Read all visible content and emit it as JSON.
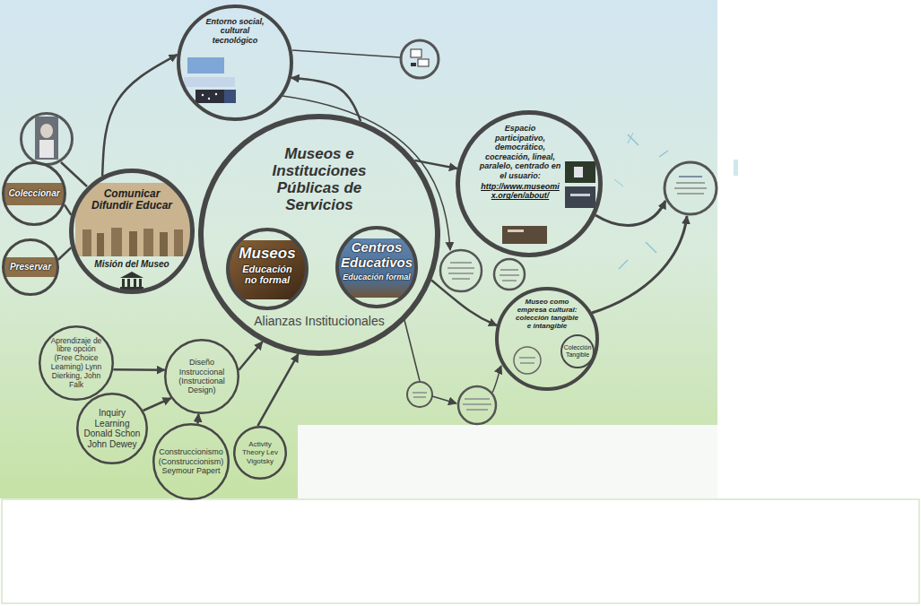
{
  "diagram": {
    "nodes": [
      {
        "text": [
          "Entorno social, cultural tecnológico"
        ]
      },
      {
        "text": [
          "Comunicar Difundir Educar",
          "Misión del Museo"
        ]
      },
      {
        "text": [
          "Coleccionar"
        ]
      },
      {
        "text": [
          "Preservar"
        ]
      },
      {
        "text": [
          "Museos e Instituciones Públicas de Servicios",
          "Alianzas Institucionales"
        ]
      },
      {
        "text": [
          "Museos",
          "Educación no formal"
        ],
        "in": 4
      },
      {
        "text": [
          "Centros Educativos",
          "Educación formal"
        ],
        "in": 4
      },
      {
        "text": [
          "Espacio participativo, democrático, cocreación, lineal, paralelo, centrado en el usuario:",
          "http://www.museomix.org/en/about/"
        ]
      },
      {
        "text": [
          "Museo como empresa cultural: colección tangible e intangible"
        ]
      },
      {
        "text": [
          "Colección Tangible"
        ],
        "in": 8
      },
      {
        "text": [
          "Aprendizaje de libre opción (Free Choice Learning) Lynn Dierking, John Falk"
        ]
      },
      {
        "text": [
          "Diseño Instruccional (Instructional Design)"
        ]
      },
      {
        "text": [
          "Inquiry Learning Donald Schon John Dewey"
        ]
      },
      {
        "text": [
          "Construccionismo (Construccionism) Seymour Papert"
        ]
      },
      {
        "text": [
          "Activity Theory Lev Vigotsky"
        ]
      }
    ],
    "edges": [
      {
        "from": 10,
        "to": 11,
        "arrow": "to"
      },
      {
        "from": 12,
        "to": 11,
        "arrow": "to"
      },
      {
        "from": 13,
        "to": 11,
        "arrow": "to"
      },
      {
        "from": 11,
        "to": 4,
        "arrow": "to"
      },
      {
        "from": 14,
        "to": 4,
        "arrow": "to"
      },
      {
        "from": 4,
        "to": 0,
        "arrow": "to"
      },
      {
        "from": 1,
        "to": 0,
        "arrow": "to"
      },
      {
        "from": 1,
        "to": 2,
        "arrow": "none"
      },
      {
        "from": 1,
        "to": 3,
        "arrow": "none"
      },
      {
        "from": 4,
        "to": 8,
        "arrow": "to"
      },
      {
        "from": 4,
        "to": 7,
        "arrow": "to"
      }
    ]
  }
}
